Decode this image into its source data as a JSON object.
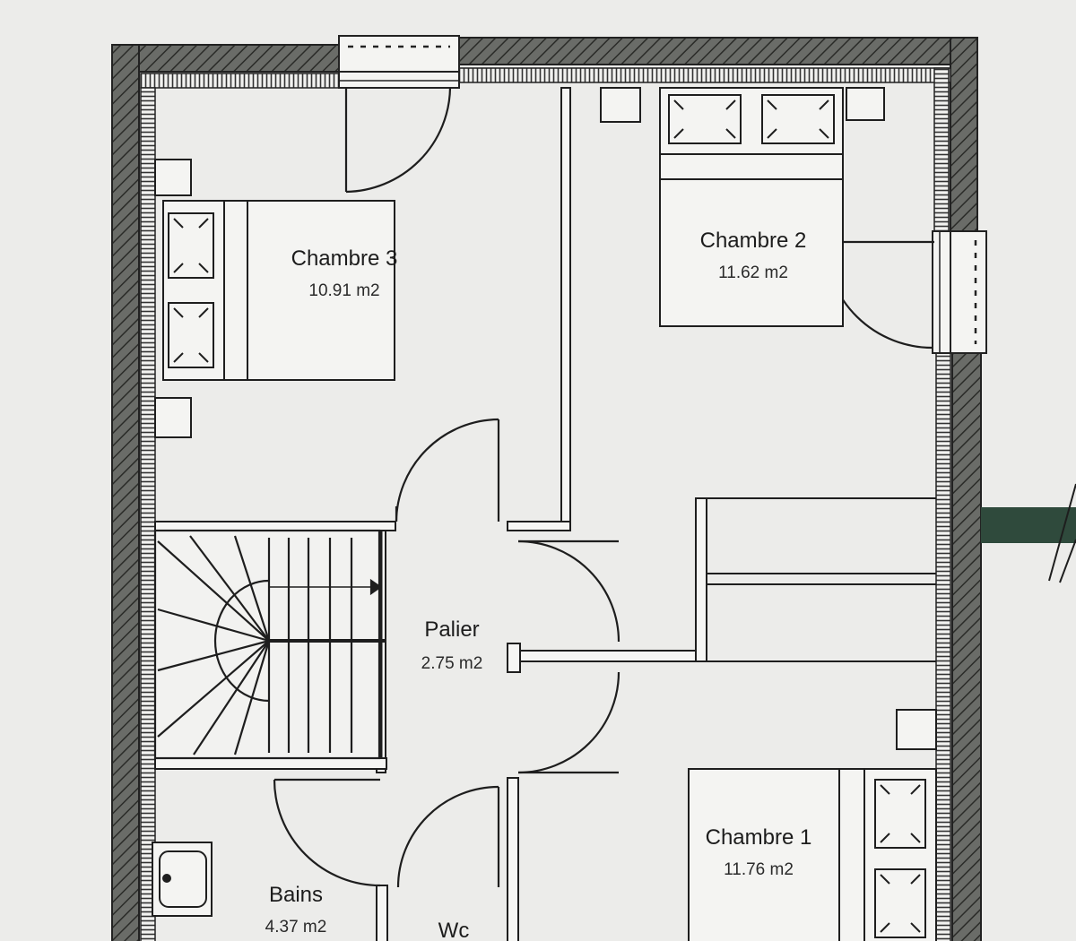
{
  "plan": {
    "rooms": [
      {
        "id": "chambre3",
        "name": "Chambre 3",
        "area": "10.91 m2"
      },
      {
        "id": "chambre2",
        "name": "Chambre 2",
        "area": "11.62 m2"
      },
      {
        "id": "palier",
        "name": "Palier",
        "area": "2.75 m2"
      },
      {
        "id": "chambre1",
        "name": "Chambre 1",
        "area": "11.76 m2"
      },
      {
        "id": "bains",
        "name": "Bains",
        "area": "4.37 m2"
      },
      {
        "id": "wc",
        "name": "Wc"
      }
    ]
  },
  "colors": {
    "paper": "#ececea",
    "wall_fill": "#5a5c58",
    "insulation_fill": "#f4f4f2",
    "line": "#1e1e1e",
    "accent_green": "#2f4a3c"
  }
}
